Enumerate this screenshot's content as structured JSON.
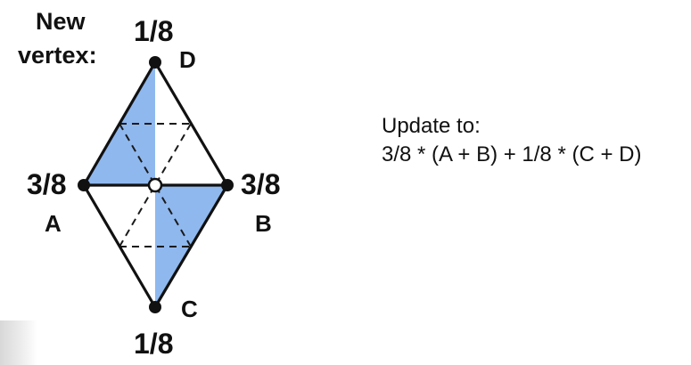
{
  "heading": {
    "line1": "New",
    "line2": "vertex:"
  },
  "vertices": {
    "top": {
      "weight": "1/8",
      "name": "D"
    },
    "left": {
      "weight": "3/8",
      "name": "A"
    },
    "right": {
      "weight": "3/8",
      "name": "B"
    },
    "bottom": {
      "weight": "1/8",
      "name": "C"
    }
  },
  "rule": {
    "line1": "Update to:",
    "line2": "3/8 * (A + B) + 1/8 * (C + D)"
  },
  "colors": {
    "fill": "#8fb8ef",
    "edge": "#111111",
    "new_vertex": "#ffffff"
  }
}
